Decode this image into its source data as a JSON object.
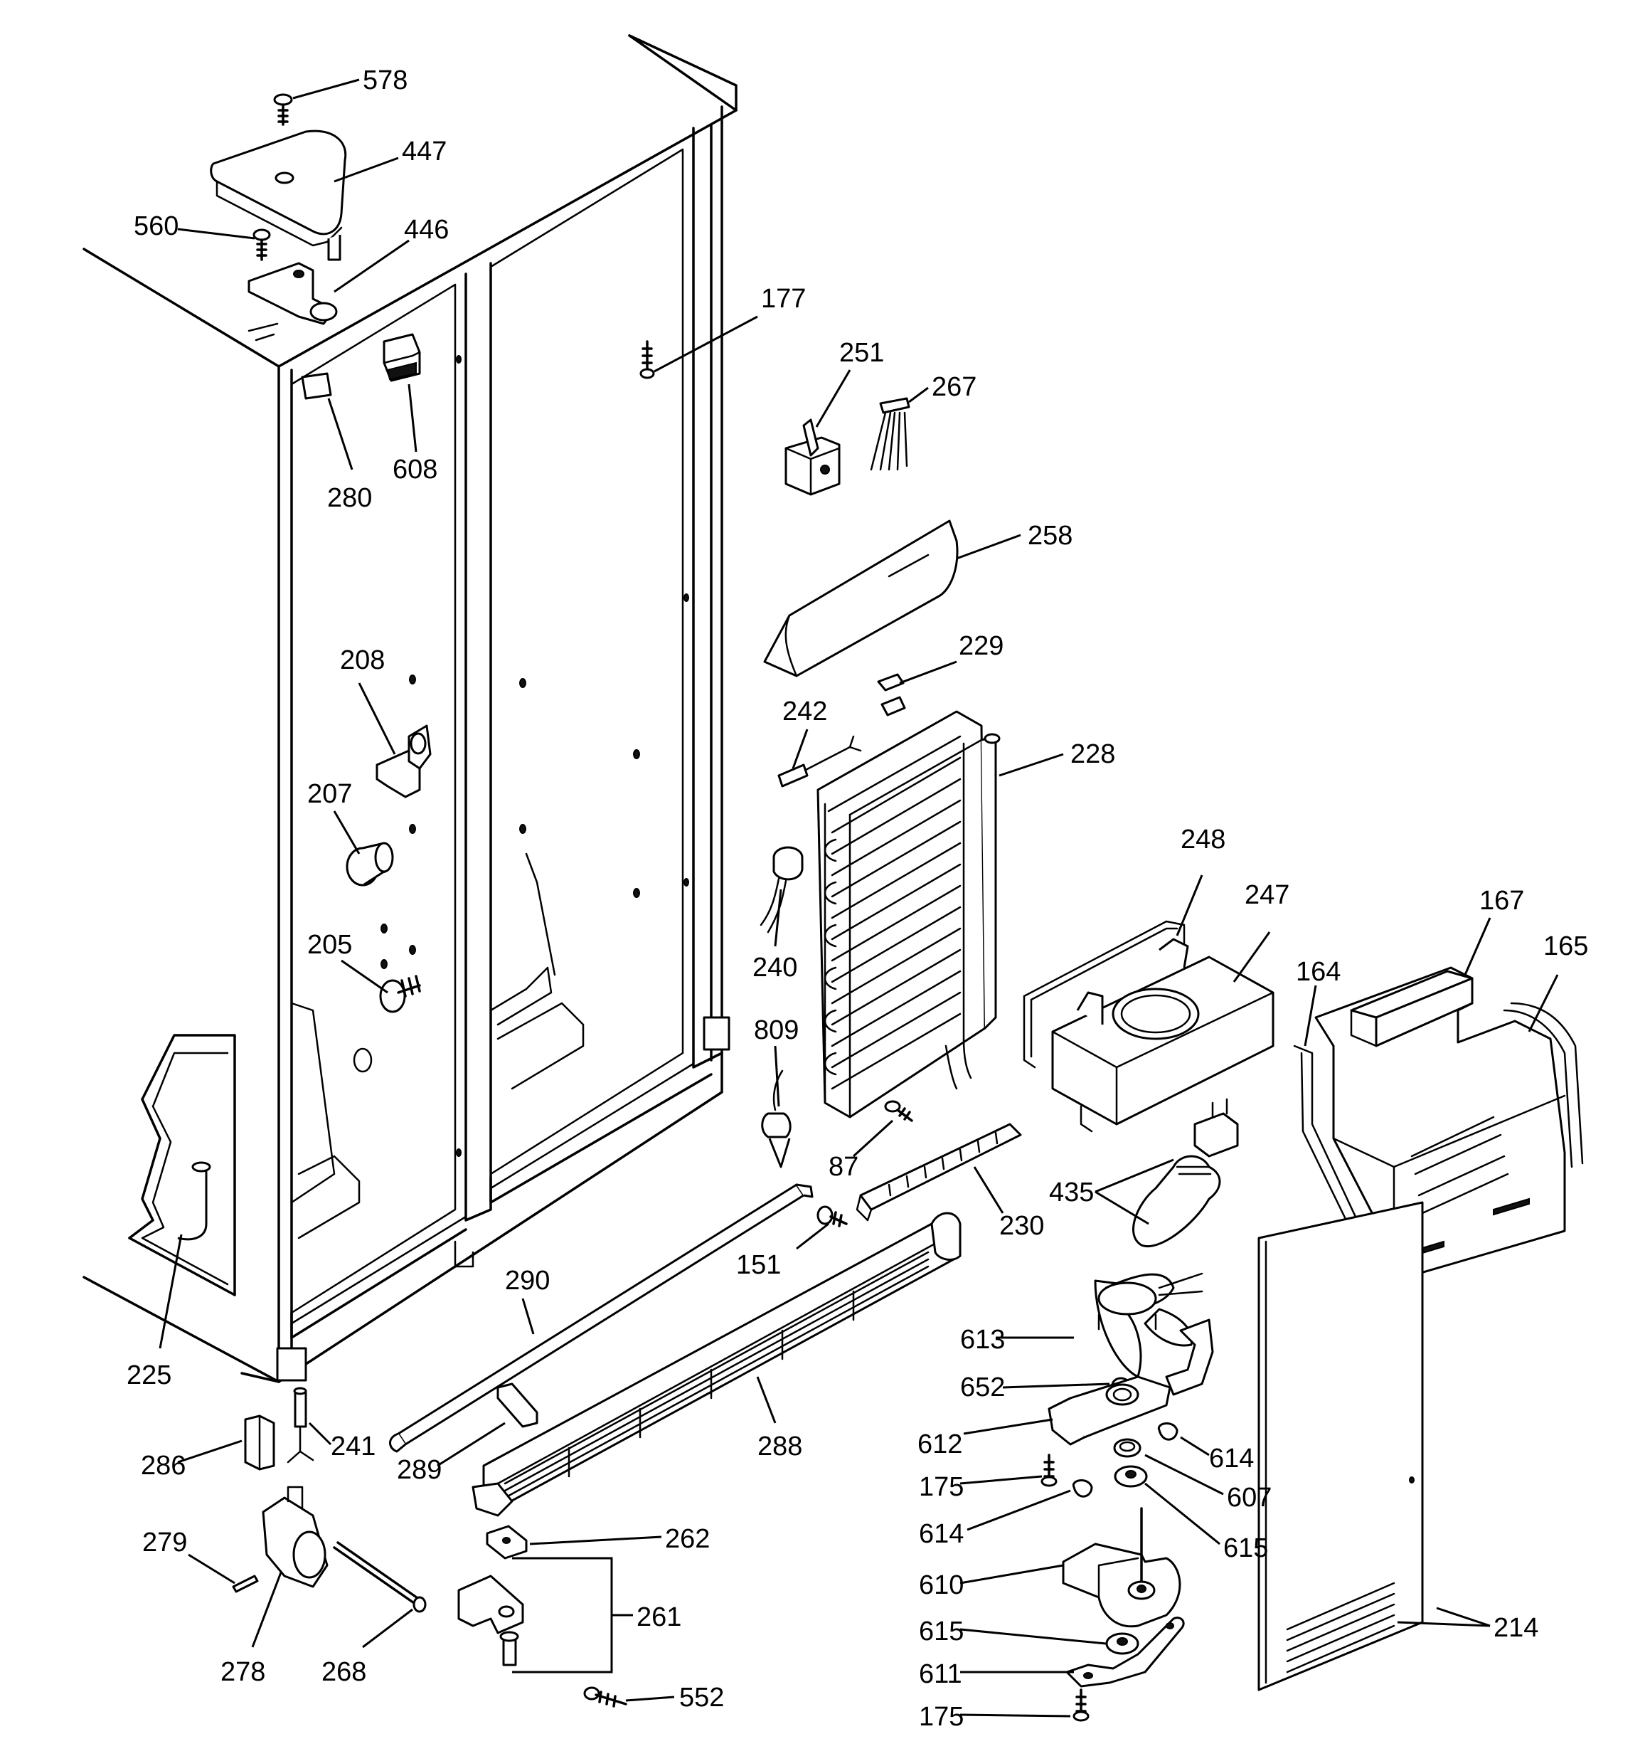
{
  "labels": {
    "l578": "578",
    "l447": "447",
    "l560": "560",
    "l446": "446",
    "l177": "177",
    "l251": "251",
    "l267": "267",
    "l280": "280",
    "l608": "608",
    "l258": "258",
    "l229": "229",
    "l208": "208",
    "l242": "242",
    "l228": "228",
    "l207": "207",
    "l248": "248",
    "l247": "247",
    "l240": "240",
    "l205": "205",
    "l167": "167",
    "l164": "164",
    "l165": "165",
    "l809": "809",
    "l87": "87",
    "l435": "435",
    "l230": "230",
    "l151": "151",
    "l290": "290",
    "l225": "225",
    "l613": "613",
    "l652": "652",
    "l288": "288",
    "l612": "612",
    "l614a": "614",
    "l286": "286",
    "l241": "241",
    "l289": "289",
    "l175a": "175",
    "l607": "607",
    "l614b": "614",
    "l262": "262",
    "l279": "279",
    "l615a": "615",
    "l261": "261",
    "l610": "610",
    "l214": "214",
    "l615b": "615",
    "l278": "278",
    "l268": "268",
    "l611": "611",
    "l552": "552",
    "l175b": "175"
  }
}
